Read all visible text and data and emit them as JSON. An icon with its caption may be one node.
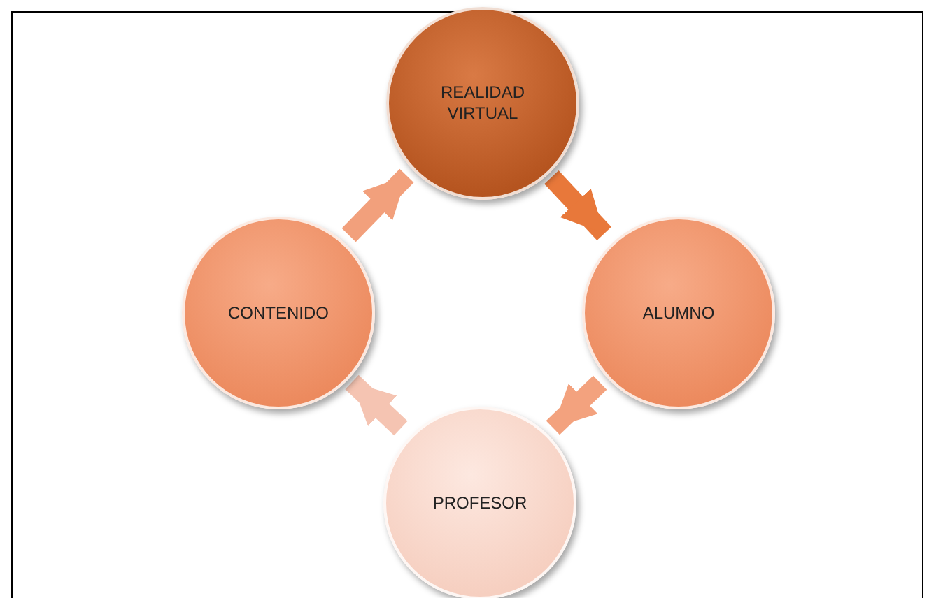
{
  "diagram": {
    "nodes": [
      {
        "text": [
          "REALIDAD VIRTUAL"
        ]
      },
      {
        "text": [
          "CONTENIDO"
        ]
      },
      {
        "text": [
          "ALUMNO"
        ]
      },
      {
        "text": [
          "PROFESOR"
        ]
      }
    ],
    "edges": [
      {
        "from": 0,
        "to": 2,
        "arrow": "to",
        "color": "#e8783a"
      },
      {
        "from": 2,
        "to": 3,
        "arrow": "to",
        "color": "#f3a27e"
      },
      {
        "from": 3,
        "to": 1,
        "arrow": "to",
        "color": "#f5c4b2"
      },
      {
        "from": 1,
        "to": 0,
        "arrow": "to",
        "color": "#f2a07c"
      }
    ]
  }
}
